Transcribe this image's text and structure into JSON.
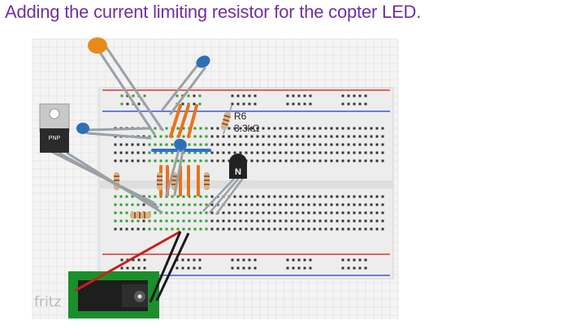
{
  "slide": {
    "title": "Adding the current limiting resistor for the copter LED."
  },
  "breadboard": {
    "resistor_label": "R6",
    "resistor_value": "3.3kΩ",
    "transistor_pnp_label": "PNP",
    "transistor_npn_label": "N",
    "watermark": "fritz"
  },
  "colors": {
    "title": "#7030a0",
    "board": "#ededed",
    "rail_red": "#e03030",
    "rail_blue": "#3a56d8",
    "active_hole": "#2ba02b",
    "capacitor_orange": "#e78a1a",
    "capacitor_blue": "#2f6fb8",
    "jack_pcb": "#1a8f2c"
  },
  "icons": [
    "pnp-transistor-icon",
    "npn-transistor-icon",
    "capacitor-icon",
    "resistor-icon",
    "dc-power-jack-icon"
  ]
}
